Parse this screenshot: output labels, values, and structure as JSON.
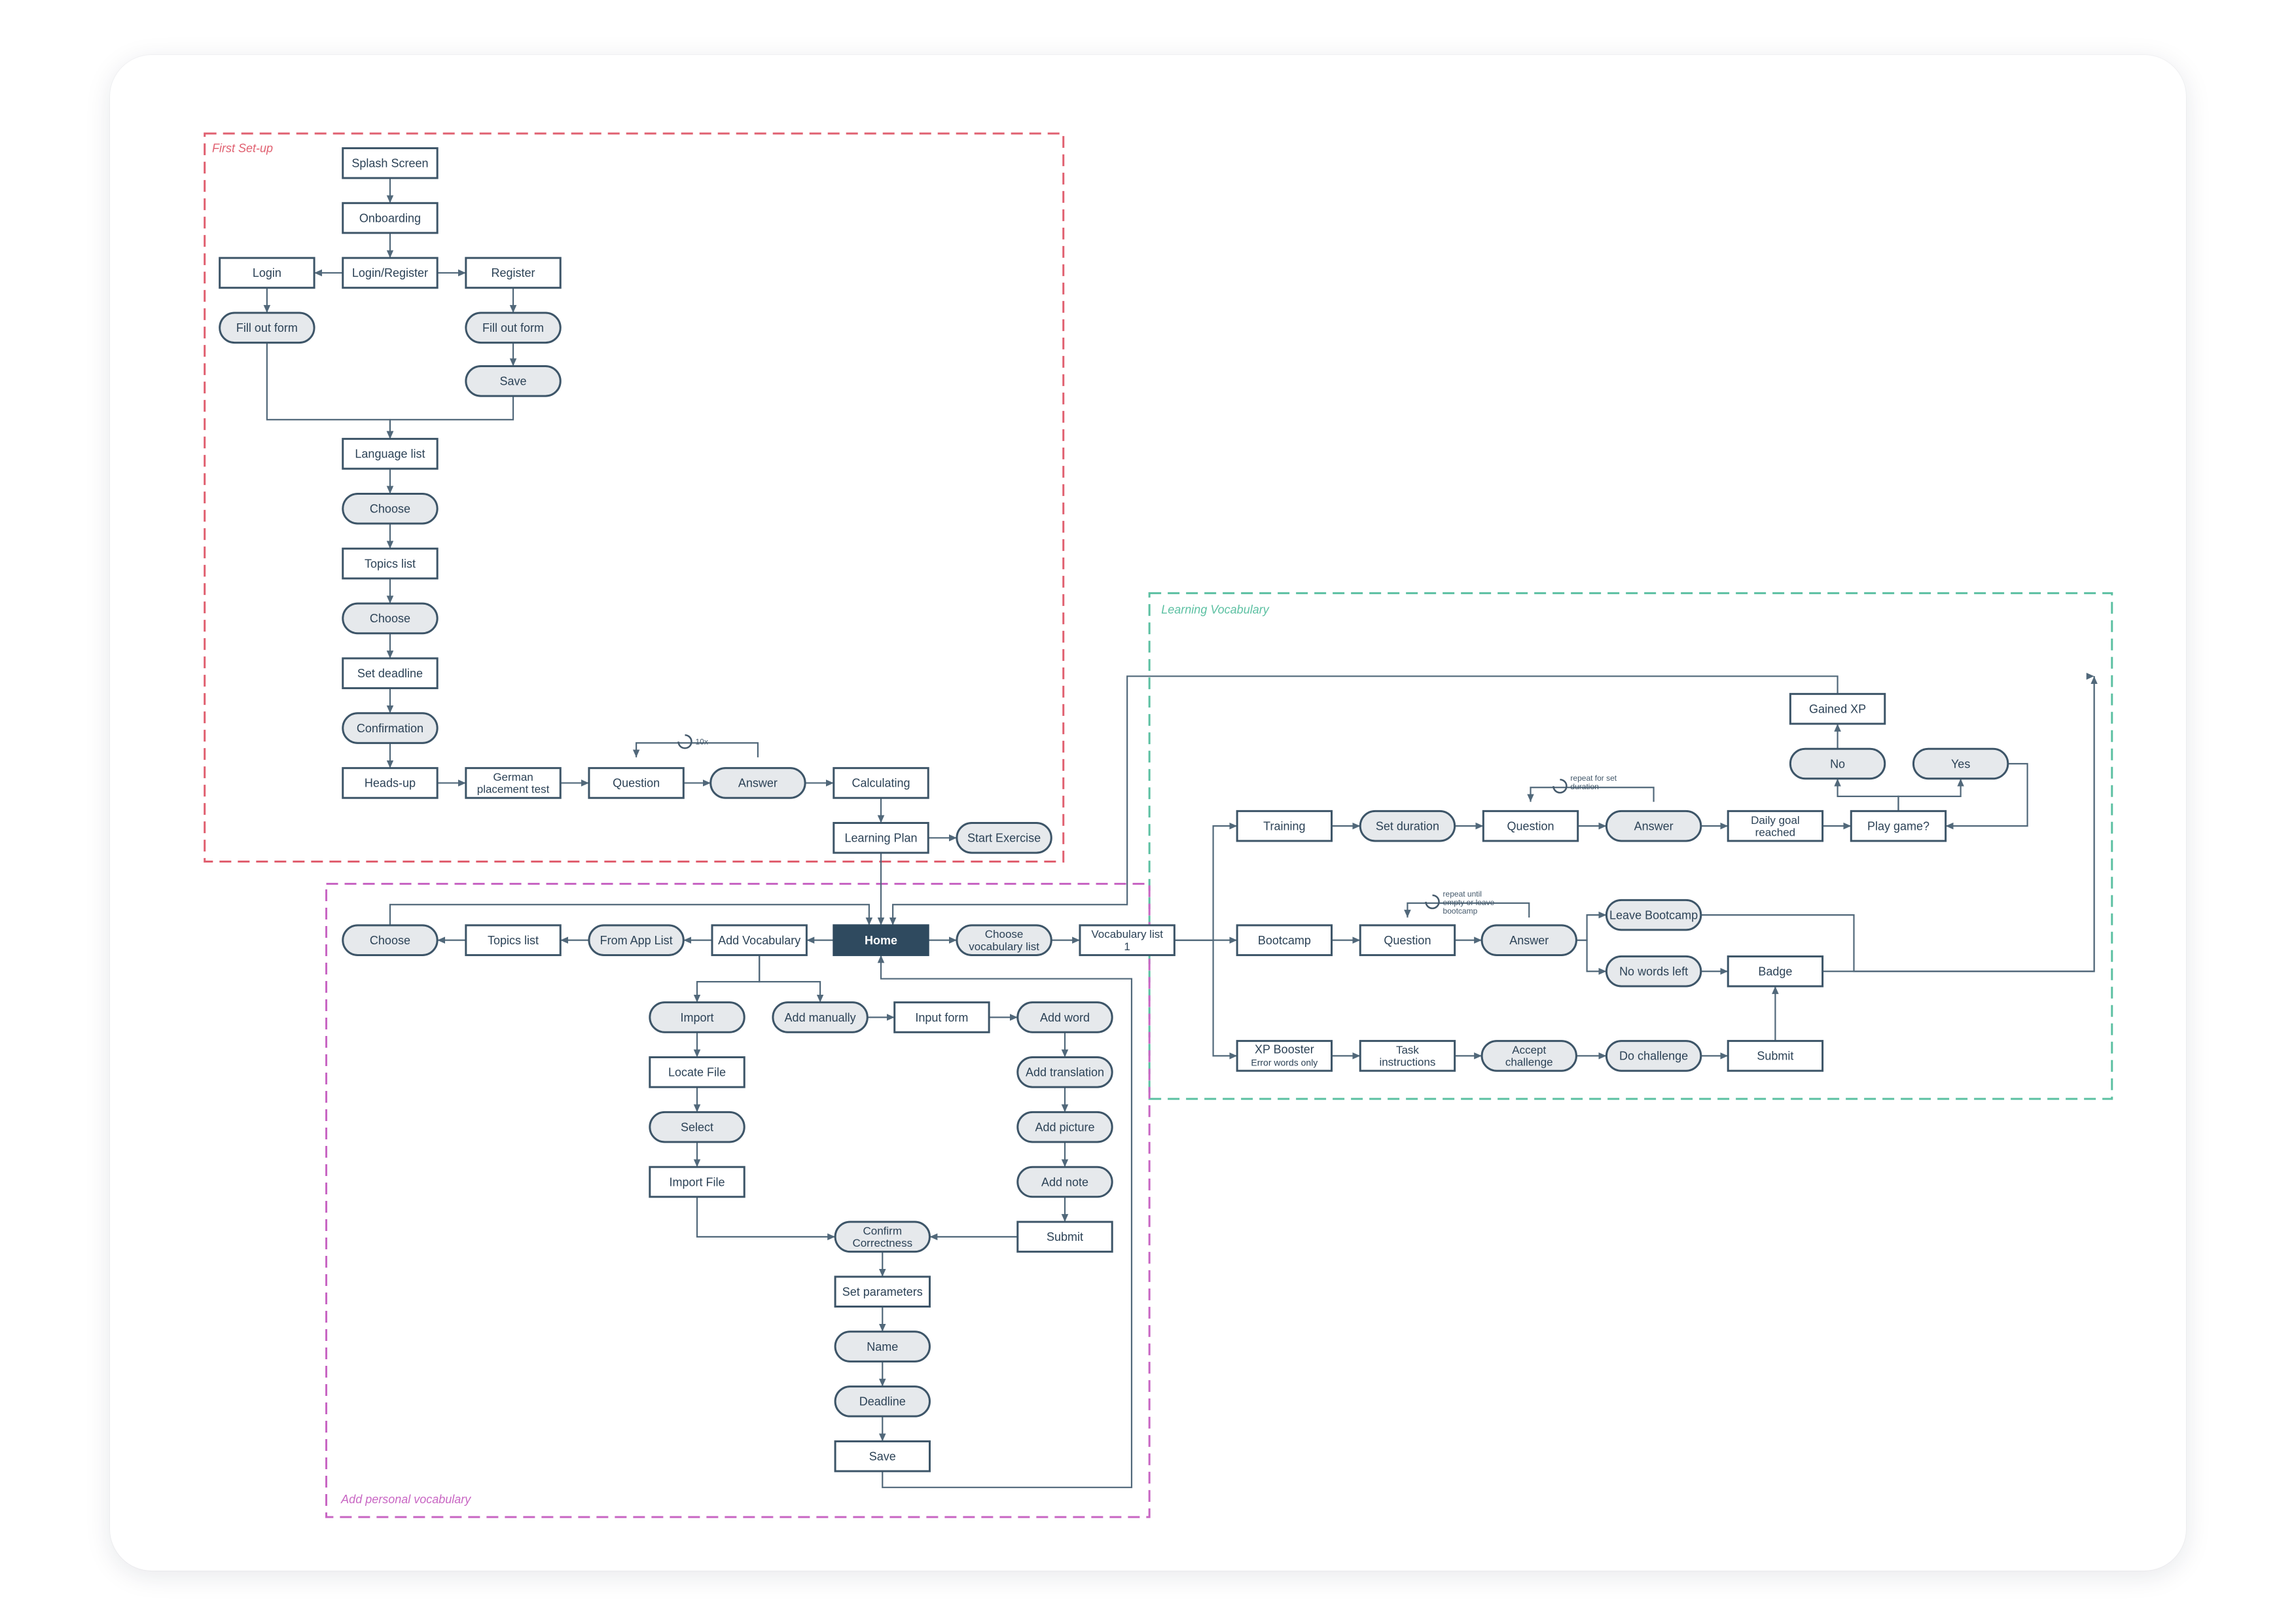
{
  "groups": {
    "first_setup": {
      "title": "First Set-up",
      "color": "#e06070"
    },
    "learning": {
      "title": "Learning Vocabulary",
      "color": "#5cc0a2"
    },
    "personal": {
      "title": "Add personal vocabulary",
      "color": "#c866c3"
    }
  },
  "nodes": {
    "splash": {
      "label": "Splash Screen",
      "kind": "screen"
    },
    "onboarding": {
      "label": "Onboarding",
      "kind": "screen"
    },
    "login_register": {
      "label": "Login/Register",
      "kind": "screen"
    },
    "login": {
      "label": "Login",
      "kind": "screen"
    },
    "register": {
      "label": "Register",
      "kind": "screen"
    },
    "fill_form_l": {
      "label": "Fill out form",
      "kind": "action"
    },
    "fill_form_r": {
      "label": "Fill out form",
      "kind": "action"
    },
    "save_reg": {
      "label": "Save",
      "kind": "action"
    },
    "language_list": {
      "label": "Language list",
      "kind": "screen"
    },
    "choose_lang": {
      "label": "Choose",
      "kind": "action"
    },
    "topics_list_setup": {
      "label": "Topics list",
      "kind": "screen"
    },
    "choose_topic": {
      "label": "Choose",
      "kind": "action"
    },
    "set_deadline": {
      "label": "Set deadline",
      "kind": "screen"
    },
    "confirmation": {
      "label": "Confirmation",
      "kind": "action"
    },
    "heads_up": {
      "label": "Heads-up",
      "kind": "screen"
    },
    "german_test": {
      "label": "German placement test",
      "kind": "screen"
    },
    "question_setup": {
      "label": "Question",
      "kind": "screen"
    },
    "answer_setup": {
      "label": "Answer",
      "kind": "action"
    },
    "calculating": {
      "label": "Calculating",
      "kind": "screen"
    },
    "learning_plan": {
      "label": "Learning Plan",
      "kind": "screen"
    },
    "start_exercise": {
      "label": "Start Exercise",
      "kind": "action"
    },
    "home": {
      "label": "Home",
      "kind": "home"
    },
    "add_vocabulary": {
      "label": "Add Vocabulary",
      "kind": "screen"
    },
    "from_app_list": {
      "label": "From App List",
      "kind": "action"
    },
    "topics_list_home": {
      "label": "Topics list",
      "kind": "screen"
    },
    "choose_home": {
      "label": "Choose",
      "kind": "action"
    },
    "choose_vocab_list": {
      "label": "Choose vocabulary list",
      "kind": "action"
    },
    "vocab_list_1": {
      "label": "Vocabulary list 1",
      "kind": "screen"
    },
    "import": {
      "label": "Import",
      "kind": "action"
    },
    "locate_file": {
      "label": "Locate File",
      "kind": "screen"
    },
    "select": {
      "label": "Select",
      "kind": "action"
    },
    "import_file": {
      "label": "Import File",
      "kind": "screen"
    },
    "add_manually": {
      "label": "Add manually",
      "kind": "action"
    },
    "input_form": {
      "label": "Input form",
      "kind": "screen"
    },
    "add_word": {
      "label": "Add word",
      "kind": "action"
    },
    "add_translation": {
      "label": "Add translation",
      "kind": "action"
    },
    "add_picture": {
      "label": "Add picture",
      "kind": "action"
    },
    "add_note": {
      "label": "Add note",
      "kind": "action"
    },
    "submit_manual": {
      "label": "Submit",
      "kind": "screen"
    },
    "confirm_correctness": {
      "label": "Confirm Correctness",
      "kind": "action"
    },
    "set_parameters": {
      "label": "Set parameters",
      "kind": "screen"
    },
    "name": {
      "label": "Name",
      "kind": "action"
    },
    "deadline": {
      "label": "Deadline",
      "kind": "action"
    },
    "save_personal": {
      "label": "Save",
      "kind": "screen"
    },
    "training": {
      "label": "Training",
      "kind": "screen"
    },
    "set_duration": {
      "label": "Set duration",
      "kind": "action"
    },
    "question_training": {
      "label": "Question",
      "kind": "screen"
    },
    "answer_training": {
      "label": "Answer",
      "kind": "action"
    },
    "daily_goal": {
      "label": "Daily goal reached",
      "kind": "screen"
    },
    "play_game": {
      "label": "Play game?",
      "kind": "screen"
    },
    "no": {
      "label": "No",
      "kind": "action"
    },
    "yes": {
      "label": "Yes",
      "kind": "action"
    },
    "gained_xp": {
      "label": "Gained XP",
      "kind": "screen"
    },
    "bootcamp": {
      "label": "Bootcamp",
      "kind": "screen"
    },
    "question_bootcamp": {
      "label": "Question",
      "kind": "screen"
    },
    "answer_bootcamp": {
      "label": "Answer",
      "kind": "action"
    },
    "leave_bootcamp": {
      "label": "Leave Bootcamp",
      "kind": "action"
    },
    "no_words_left": {
      "label": "No words left",
      "kind": "action"
    },
    "badge": {
      "label": "Badge",
      "kind": "screen"
    },
    "xp_booster": {
      "label": "XP Booster",
      "sublabel": "Error words only",
      "kind": "screen"
    },
    "task_instructions": {
      "label": "Task instructions",
      "kind": "screen"
    },
    "accept_challenge": {
      "label": "Accept challenge",
      "kind": "action"
    },
    "do_challenge": {
      "label": "Do challenge",
      "kind": "action"
    },
    "submit_challenge": {
      "label": "Submit",
      "kind": "screen"
    }
  },
  "notes": {
    "loop_setup": "10x",
    "loop_training": "repeat for set duration",
    "loop_bootcamp": "repeat until empty or leave bootcamp"
  },
  "edges": [
    [
      "splash",
      "onboarding"
    ],
    [
      "onboarding",
      "login_register"
    ],
    [
      "login_register",
      "login"
    ],
    [
      "login_register",
      "register"
    ],
    [
      "login",
      "fill_form_l"
    ],
    [
      "register",
      "fill_form_r"
    ],
    [
      "fill_form_r",
      "save_reg"
    ],
    [
      "fill_form_l",
      "language_list"
    ],
    [
      "save_reg",
      "language_list"
    ],
    [
      "language_list",
      "choose_lang"
    ],
    [
      "choose_lang",
      "topics_list_setup"
    ],
    [
      "topics_list_setup",
      "choose_topic"
    ],
    [
      "choose_topic",
      "set_deadline"
    ],
    [
      "set_deadline",
      "confirmation"
    ],
    [
      "confirmation",
      "heads_up"
    ],
    [
      "heads_up",
      "german_test"
    ],
    [
      "german_test",
      "question_setup"
    ],
    [
      "question_setup",
      "answer_setup"
    ],
    [
      "answer_setup",
      "calculating"
    ],
    [
      "calculating",
      "learning_plan"
    ],
    [
      "learning_plan",
      "start_exercise"
    ],
    [
      "learning_plan",
      "home"
    ],
    [
      "home",
      "add_vocabulary"
    ],
    [
      "add_vocabulary",
      "from_app_list"
    ],
    [
      "from_app_list",
      "topics_list_home"
    ],
    [
      "topics_list_home",
      "choose_home"
    ],
    [
      "choose_home",
      "home"
    ],
    [
      "home",
      "choose_vocab_list"
    ],
    [
      "choose_vocab_list",
      "vocab_list_1"
    ],
    [
      "add_vocabulary",
      "import"
    ],
    [
      "add_vocabulary",
      "add_manually"
    ],
    [
      "import",
      "locate_file"
    ],
    [
      "locate_file",
      "select"
    ],
    [
      "select",
      "import_file"
    ],
    [
      "import_file",
      "confirm_correctness"
    ],
    [
      "add_manually",
      "input_form"
    ],
    [
      "input_form",
      "add_word"
    ],
    [
      "add_word",
      "add_translation"
    ],
    [
      "add_translation",
      "add_picture"
    ],
    [
      "add_picture",
      "add_note"
    ],
    [
      "add_note",
      "submit_manual"
    ],
    [
      "submit_manual",
      "confirm_correctness"
    ],
    [
      "confirm_correctness",
      "set_parameters"
    ],
    [
      "set_parameters",
      "name"
    ],
    [
      "name",
      "deadline"
    ],
    [
      "deadline",
      "save_personal"
    ],
    [
      "save_personal",
      "home"
    ],
    [
      "vocab_list_1",
      "training"
    ],
    [
      "vocab_list_1",
      "bootcamp"
    ],
    [
      "vocab_list_1",
      "xp_booster"
    ],
    [
      "training",
      "set_duration"
    ],
    [
      "set_duration",
      "question_training"
    ],
    [
      "question_training",
      "answer_training"
    ],
    [
      "answer_training",
      "daily_goal"
    ],
    [
      "daily_goal",
      "play_game"
    ],
    [
      "play_game",
      "no"
    ],
    [
      "play_game",
      "yes"
    ],
    [
      "no",
      "gained_xp"
    ],
    [
      "yes",
      "play_game"
    ],
    [
      "gained_xp",
      "home"
    ],
    [
      "bootcamp",
      "question_bootcamp"
    ],
    [
      "question_bootcamp",
      "answer_bootcamp"
    ],
    [
      "answer_bootcamp",
      "leave_bootcamp"
    ],
    [
      "answer_bootcamp",
      "no_words_left"
    ],
    [
      "no_words_left",
      "badge"
    ],
    [
      "leave_bootcamp",
      "home"
    ],
    [
      "badge",
      "home"
    ],
    [
      "xp_booster",
      "task_instructions"
    ],
    [
      "task_instructions",
      "accept_challenge"
    ],
    [
      "accept_challenge",
      "do_challenge"
    ],
    [
      "do_challenge",
      "submit_challenge"
    ],
    [
      "submit_challenge",
      "badge"
    ]
  ]
}
